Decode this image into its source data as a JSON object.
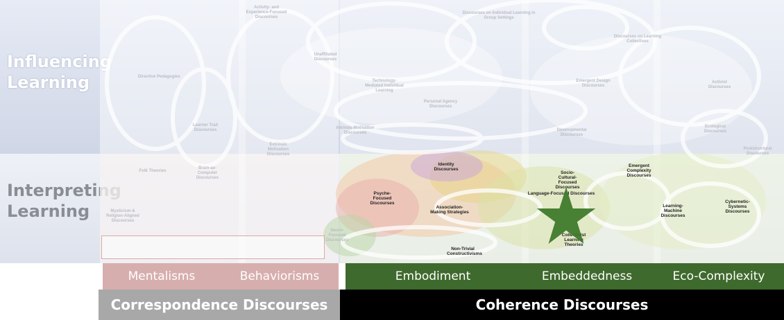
{
  "rows": {
    "influencing": [
      "Influencing",
      "Learning"
    ],
    "interpreting": [
      "Interpreting",
      "Learning"
    ]
  },
  "columns": {
    "mentalisms": "Mentalisms",
    "behaviorisms": "Behaviorisms",
    "embodiment": "Embodiment",
    "embeddedness": "Embeddedness",
    "eco_complexity": "Eco-Complexity"
  },
  "groups": {
    "correspondence": "Correspondence Discourses",
    "coherence": "Coherence Discourses"
  },
  "nodes": {
    "directive_pedagogies": "Directive Pedagogies",
    "learner_trait": "Learner Trait Discourses",
    "activity_experience": "Activity- and Experience-Focused Discourses",
    "unaffiliated": "Unaffiliated Discourses",
    "individual_group": "Discourses on Individual Learning in Group Settings",
    "learning_collectives": "Discourses on Learning Collectives",
    "technology_mediated": "Technology-Mediated Individual Learning",
    "personal_agency": "Personal Agency Discourses",
    "emergent_design": "Emergent Design Discourses",
    "activist": "Activist Discourses",
    "intrinsic_motivation": "Intrinsic Motivation Discourses",
    "developmental": "Developmental Discourses",
    "ecological": "Ecological Discourses",
    "extrinsic_motivation": "Extrinsic Motivation Discourses",
    "folk_theories": "Folk Theories",
    "brain_computer": "Brain-as-Computer Discourses",
    "mysticism": "Mysticism-& Religion-Aligned Discourses",
    "identity": "Identity Discourses",
    "psyche_focused": "Psyche-Focused Discourses",
    "association_making": "Association-Making Strategies",
    "socio_cultural": "Socio-Cultural-Focused Discourses",
    "language_focused": "Language-Focused Discourses",
    "emergent_complexity": "Emergent Complexity Discourses",
    "learning_machine": "Learning-Machine Discourses",
    "cybernetic_systems": "Cybernetic-Systems Discourses",
    "collectivist": "Collectivist Learning Theories",
    "non_trivial": "Non-Trivial Constructivisms",
    "neuro_focused": "Neuro-Focused Discourses",
    "poststructural": "Poststructural Discourses"
  },
  "colors": {
    "mentalisms_bg": "#d7aeae",
    "coherence_green": "#3f6a2d",
    "star": "#3f7a2c"
  },
  "icons": {
    "highlight": "star-icon"
  }
}
